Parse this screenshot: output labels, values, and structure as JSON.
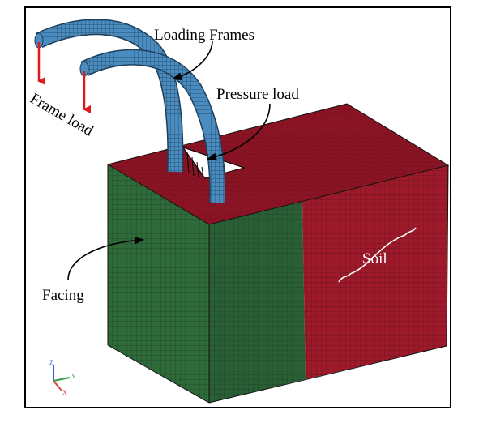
{
  "labels": {
    "loading_frames": "Loading Frames",
    "pressure_load": "Pressure load",
    "frame_load": "Frame load",
    "facing": "Facing",
    "soil": "Soil"
  },
  "axis_triad": {
    "z": "Z",
    "y": "Y",
    "x": "X"
  },
  "colors": {
    "soil_red": "#9e1a2b",
    "soil_top": "#8a1424",
    "facing_green": "#2f6a3a",
    "facing_front": "#2a5f36",
    "mesh_line": "#000000",
    "frame_blue": "#4a8cc0",
    "load_arrow": "#e01b1b",
    "border": "#000000"
  }
}
